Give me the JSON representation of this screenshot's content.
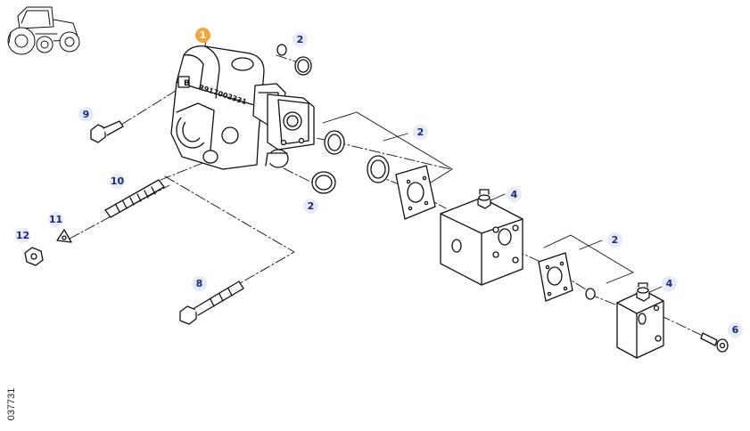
{
  "diagram": {
    "document_number": "037731",
    "part_marking": "R917002331",
    "block_letter": "B",
    "highlight_color": "#f0a93a",
    "callout_color": "#1b2a8a",
    "callouts": [
      {
        "id": "c1",
        "label": "1",
        "highlight": true
      },
      {
        "id": "c2a",
        "label": "2"
      },
      {
        "id": "c2b",
        "label": "2"
      },
      {
        "id": "c2c",
        "label": "2"
      },
      {
        "id": "c2d",
        "label": "2"
      },
      {
        "id": "c4a",
        "label": "4"
      },
      {
        "id": "c4b",
        "label": "4"
      },
      {
        "id": "c6",
        "label": "6"
      },
      {
        "id": "c8",
        "label": "8"
      },
      {
        "id": "c9",
        "label": "9"
      },
      {
        "id": "c10",
        "label": "10"
      },
      {
        "id": "c11",
        "label": "11"
      },
      {
        "id": "c12",
        "label": "12"
      }
    ]
  }
}
